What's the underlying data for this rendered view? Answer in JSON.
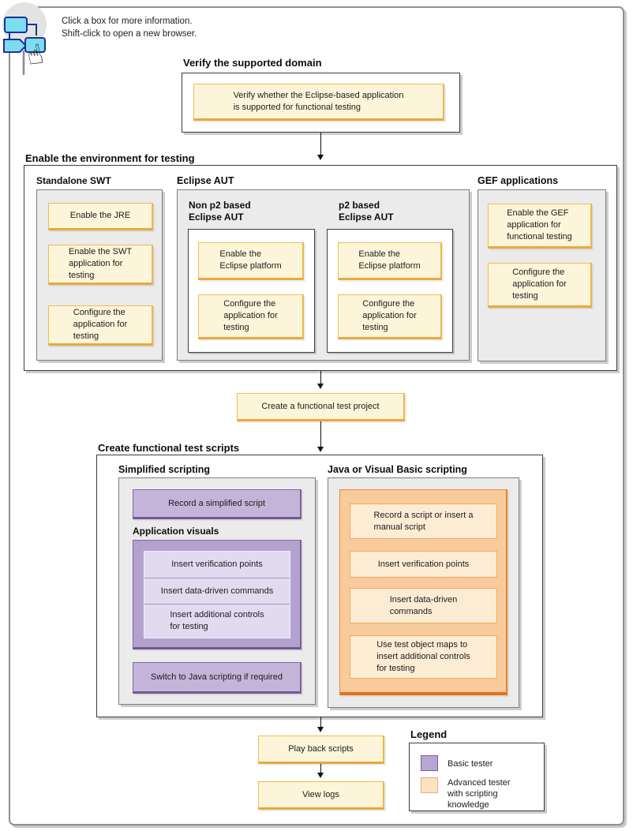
{
  "colors": {
    "yellow_box_bg": "#fdf5da",
    "yellow_box_border": "#efbe4e",
    "yellow_box_border_dark": "#e9a93d",
    "purple_box_bg": "#c5b4da",
    "purple_border": "#7a5f9d",
    "purple_container_bg": "#b4a2ce",
    "purple_light_bg": "#e2dbf0",
    "orange_container_bg": "#f9ca9c",
    "orange_border": "#ee8b2e",
    "cream_box_bg": "#fcecd4",
    "cream_border": "#f2a95c",
    "group_bg": "#ebebeb",
    "frame_border": "#909090"
  },
  "note": {
    "text": "Click a box for more information.\nShift-click to open a new browser."
  },
  "verify": {
    "title": "Verify the supported domain",
    "box": "Verify whether the Eclipse-based application\nis supported for functional testing"
  },
  "env": {
    "title": "Enable the environment for testing",
    "standalone": {
      "title": "Standalone SWT",
      "boxes": [
        "Enable the JRE",
        "Enable the SWT\napplication for\ntesting",
        "Configure the\napplication for\ntesting"
      ]
    },
    "eclipse": {
      "title": "Eclipse AUT",
      "non_p2": {
        "title": "Non p2 based\nEclipse AUT",
        "boxes": [
          "Enable the\nEclipse platform",
          "Configure the\napplication for\ntesting"
        ]
      },
      "p2": {
        "title": "p2 based\nEclipse AUT",
        "boxes": [
          "Enable the\nEclipse platform",
          "Configure the\napplication for\ntesting"
        ]
      }
    },
    "gef": {
      "title": "GEF applications",
      "boxes": [
        "Enable the GEF\napplication for\nfunctional testing",
        "Configure the\napplication for\ntesting"
      ]
    }
  },
  "create_project": {
    "box": "Create a functional test project"
  },
  "scripts": {
    "title": "Create functional test scripts",
    "simplified": {
      "title": "Simplified scripting",
      "record": "Record a simplified script",
      "visuals_title": "Application visuals",
      "visuals": [
        "Insert verification points",
        "Insert data-driven commands",
        "Insert additional controls\nfor testing"
      ],
      "switch": "Switch to Java scripting if required"
    },
    "java": {
      "title": "Java or Visual Basic scripting",
      "boxes": [
        "Record a script or insert a\nmanual script",
        "Insert verification points",
        "Insert data-driven\ncommands",
        "Use test object maps to\ninsert additional controls\nfor testing"
      ]
    }
  },
  "playback": {
    "box": "Play back scripts"
  },
  "view_logs": {
    "box": "View logs"
  },
  "legend": {
    "title": "Legend",
    "items": [
      {
        "label": "Basic tester",
        "color": "#b7a5d2",
        "border": "#7a5f9d"
      },
      {
        "label": "Advanced tester\nwith scripting\nknowledge",
        "color": "#fbe3c0",
        "border": "#f0a492"
      }
    ]
  }
}
